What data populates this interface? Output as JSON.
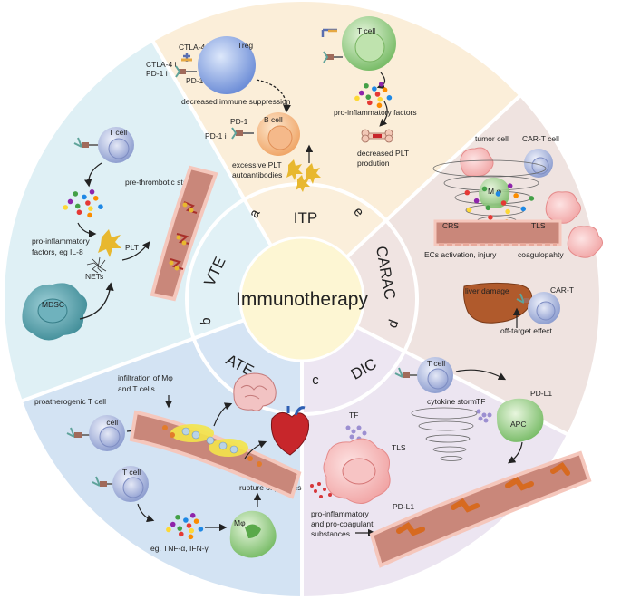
{
  "center": {
    "title": "Immunotherapy"
  },
  "ring": {
    "itp": {
      "label": "ITP",
      "letter": "a"
    },
    "vte": {
      "label": "VTE",
      "letter": "b"
    },
    "ate": {
      "label": "ATE",
      "letter": "c"
    },
    "dic": {
      "label": "DIC",
      "letter": "d"
    },
    "carac": {
      "label": "CARAC",
      "letter": "e"
    }
  },
  "colors": {
    "itp": "#fbeed9",
    "vte": "#dff0f5",
    "ate": "#d3e3f3",
    "dic": "#ece5f1",
    "carac": "#efe3e0",
    "vessel": "#c9877a",
    "vessel_dark": "#a4604f",
    "cell": "#a9b8e0",
    "center": "#fdf6d3"
  },
  "itp_panel": {
    "ctla4": "CTLA-4",
    "ctla4i": "CTLA-4 i",
    "pd1_top": "PD-1",
    "pd1i_top": "PD-1 i",
    "treg": "Treg",
    "decreased_suppression": "decreased immune suppression",
    "pd1_b": "PD-1",
    "pd1i_b": "PD-1 i",
    "bcell": "B cell",
    "excessive_plt": "excessive PLT",
    "autoantibodies": "autoantibodies",
    "tcell": "T cell",
    "pro_inflam": "pro-inflammatory factors",
    "decreased_plt_1": "decreased PLT",
    "decreased_plt_2": "prodution"
  },
  "vte_panel": {
    "tcell": "T cell",
    "pro_inflam_1": "pro-inflammatory",
    "pro_inflam_2": "factors, eg IL-8",
    "plt": "PLT",
    "nets": "NETs",
    "prethrombotic": "pre-thrombotic state",
    "mdsc": "MDSC"
  },
  "ate_panel": {
    "infiltration_1": "infiltration of Mφ",
    "infiltration_2": "and T cells",
    "proatherogenic": "proatherogenic T cell",
    "tcell_1": "T cell",
    "tcell_2": "T cell",
    "rupture": "rupture of plaques",
    "mphi": "Mφ",
    "cytokines": "eg. TNF-α, IFN-γ"
  },
  "dic_panel": {
    "tcell": "T cell",
    "tf_top": "TF",
    "pdl1_top": "PD-L1",
    "apc": "APC",
    "tf_left": "TF",
    "cytokine_storm": "cytokine storm",
    "tls": "TLS",
    "pdl1_left": "PD-L1",
    "substances_1": "pro-inflammatory",
    "substances_2": "and pro-coagulant",
    "substances_3": "substances"
  },
  "carac_panel": {
    "tumor_cell": "tumor cell",
    "cart_cell": "CAR-T cell",
    "mphi": "M φ",
    "crs": "CRS",
    "tls": "TLS",
    "ecs": "ECs activation, injury",
    "coag": "coagulopahty",
    "liver_damage": "liver damage",
    "cart": "CAR-T",
    "off_target": "off-target effect"
  }
}
